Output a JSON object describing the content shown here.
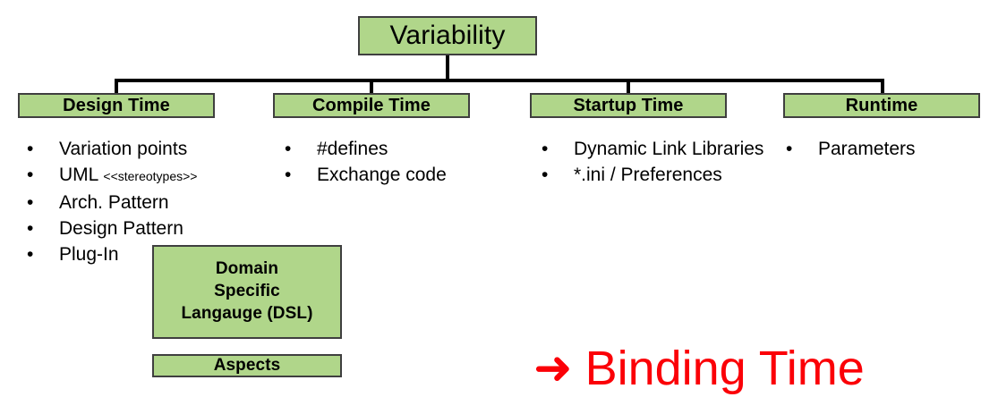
{
  "diagram": {
    "root": {
      "label": "Variability"
    },
    "columns": [
      {
        "id": "design-time",
        "header": "Design Time",
        "items": [
          {
            "text": "Variation points"
          },
          {
            "text": "UML ",
            "suffix": "<<stereotypes>>"
          },
          {
            "text": "Arch. Pattern"
          },
          {
            "text": "Design Pattern"
          },
          {
            "text": "Plug-In"
          }
        ]
      },
      {
        "id": "compile-time",
        "header": "Compile Time",
        "items": [
          {
            "text": "#defines"
          },
          {
            "text": "Exchange code"
          }
        ]
      },
      {
        "id": "startup-time",
        "header": "Startup Time",
        "items": [
          {
            "text": "Dynamic Link Libraries"
          },
          {
            "text": "*.ini / Preferences"
          }
        ]
      },
      {
        "id": "runtime",
        "header": "Runtime",
        "items": [
          {
            "text": "Parameters"
          }
        ]
      }
    ],
    "extra_boxes": {
      "dsl": {
        "line1": "Domain",
        "line2": "Specific",
        "line3": "Langauge (DSL)"
      },
      "aspects": {
        "label": "Aspects"
      }
    },
    "callout": {
      "arrow_glyph": "➜",
      "label": "Binding Time",
      "color": "#fb0007"
    },
    "bullet_glyph": "•",
    "colors": {
      "box_fill": "#b0d68a",
      "box_border": "#3f3f3f",
      "line": "#000000",
      "text": "#000000",
      "callout": "#fb0007"
    }
  }
}
